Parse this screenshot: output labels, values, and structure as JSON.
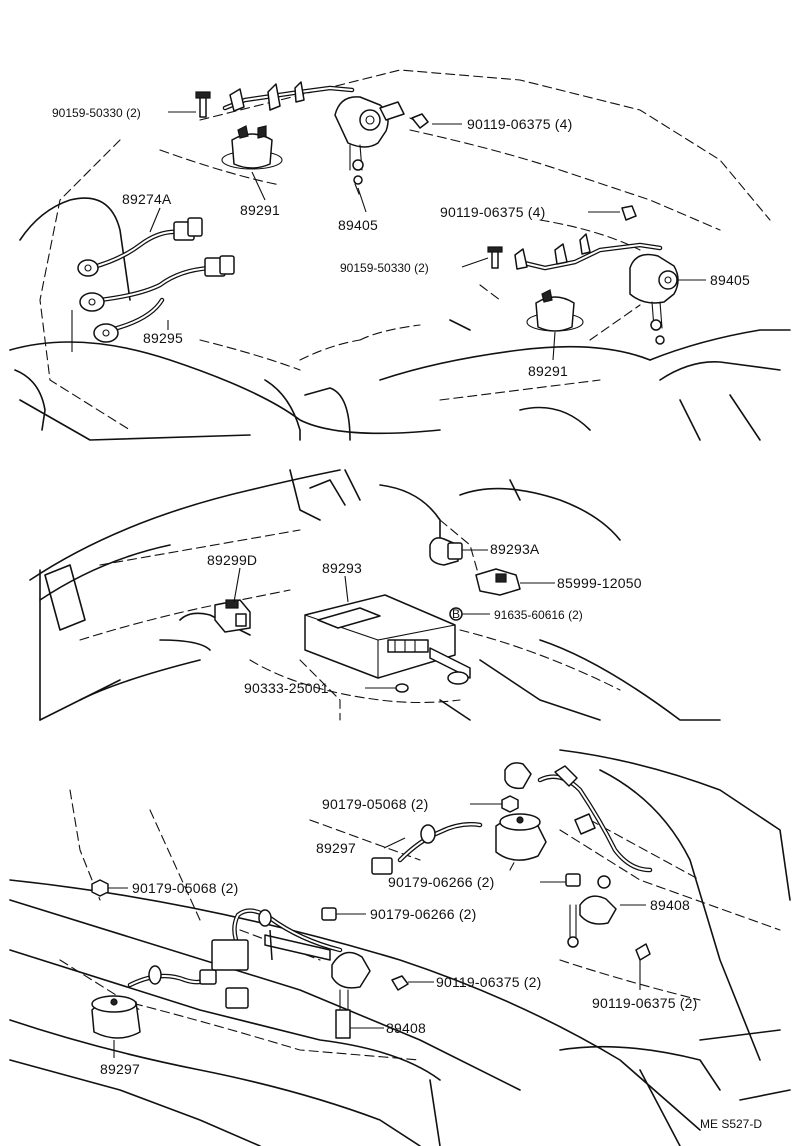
{
  "sections": {
    "top": {
      "labels": {
        "bolt_left": "90159-50330 (2)",
        "bolt_left_r": "90159-50330 (2)",
        "bolt_right_top": "90119-06375 (4)",
        "bolt_right_mid": "90119-06375 (4)",
        "sensor_left": "89291",
        "sensor_right": "89291",
        "actuator_left": "89405",
        "actuator_right": "89405",
        "harness_a": "89274A",
        "harness_b": "89295"
      }
    },
    "middle": {
      "labels": {
        "switch": "89299D",
        "ecu": "89293",
        "relay": "89293A",
        "connector": "85999-12050",
        "screw": "91635-60616 (2)",
        "clip": "90333-25001"
      }
    },
    "bottom": {
      "labels": {
        "nut_top": "90179-05068 (2)",
        "nut_left": "90179-05068 (2)",
        "sensor_top": "89297",
        "sensor_left": "89297",
        "nut_mid_r": "90179-06266 (2)",
        "nut_mid_l": "90179-06266 (2)",
        "link_right": "89408",
        "link_left": "89408",
        "bolt_mid": "90119-06375 (2)",
        "bolt_right": "90119-06375 (2)"
      }
    }
  },
  "footer": {
    "code": "ME  S527-D"
  }
}
